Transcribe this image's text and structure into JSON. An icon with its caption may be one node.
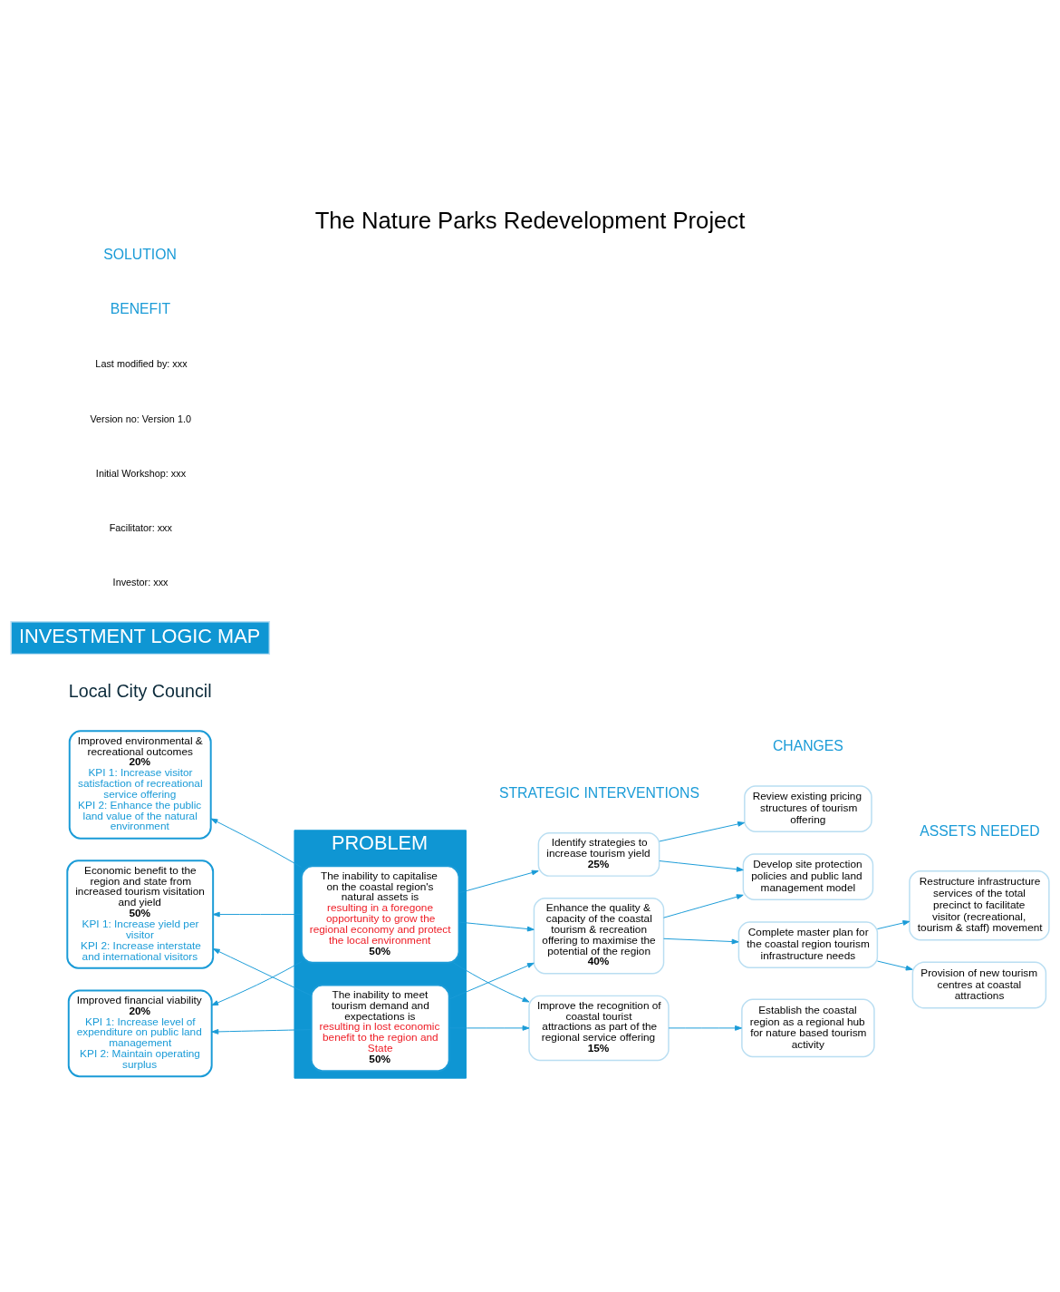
{
  "diagram": {
    "title": "The Nature Parks Redevelopment Project",
    "nodes": [
      {
        "text": [
          "PROBLEM"
        ]
      },
      {
        "text": [
          "The inability to capitalise on the coastal region's natural assets is",
          "resulting in a foregone opportunity to grow the regional economy and protect the local environment",
          "50%"
        ],
        "in": 0
      },
      {
        "text": [
          "The inability to meet tourism demand and expectations is",
          "resulting in lost economic benefit to the region and State",
          "50%"
        ],
        "in": 0
      },
      {
        "text": [
          "Improved environmental & recreational outcomes",
          "20%",
          "KPI 1: Increase visitor satisfaction of recreational service offering",
          "KPI 2: Enhance the public land value of the natural environment"
        ]
      },
      {
        "text": [
          "Economic benefit to the region and state from increased tourism visitation and yield",
          "50%",
          "KPI 1: Increase yield per visitor",
          "KPI 2: Increase interstate and international visitors"
        ]
      },
      {
        "text": [
          "Improved financial viability",
          "20%",
          "KPI 1: Increase level of expenditure on public land management",
          "KPI 2: Maintain operating surplus"
        ]
      },
      {
        "text": [
          "Enhance the quality & capacity of the coastal tourism & recreation offering to maximise the potential of the region",
          "40%"
        ]
      },
      {
        "text": [
          "Identify strategies to increase tourism yield",
          "25%"
        ]
      },
      {
        "text": [
          "Improve the recognition of coastal tourist attractions as part of the regional service offering",
          "15%"
        ]
      },
      {
        "text": [
          "Develop site protection policies and public land management model"
        ]
      },
      {
        "text": [
          "Complete master plan for the coastal region tourism infrastructure needs"
        ]
      },
      {
        "text": [
          "Review existing pricing structures of tourism offering"
        ]
      },
      {
        "text": [
          "Establish the coastal region as a regional hub for nature based tourism activity"
        ]
      },
      {
        "text": [
          "Provision of new tourism centres at coastal attractions"
        ]
      },
      {
        "text": [
          "Restructure infrastructure services of the total precinct to facilitate visitor (recreational, tourism & staff) movement"
        ]
      }
    ],
    "edges": [
      {
        "from": 1,
        "to": 3,
        "arrow": "to"
      },
      {
        "from": 1,
        "to": 4,
        "arrow": "to"
      },
      {
        "from": 1,
        "to": 5,
        "arrow": "to"
      },
      {
        "from": 2,
        "to": 4,
        "arrow": "to"
      },
      {
        "from": 2,
        "to": 5,
        "arrow": "to"
      },
      {
        "from": 1,
        "to": 6,
        "arrow": "to"
      },
      {
        "from": 1,
        "to": 7,
        "arrow": "to"
      },
      {
        "from": 1,
        "to": 8,
        "arrow": "to"
      },
      {
        "from": 2,
        "to": 6,
        "arrow": "to"
      },
      {
        "from": 2,
        "to": 8,
        "arrow": "to"
      },
      {
        "from": 6,
        "to": 9,
        "arrow": "to"
      },
      {
        "from": 6,
        "to": 10,
        "arrow": "to"
      },
      {
        "from": 7,
        "to": 9,
        "arrow": "to"
      },
      {
        "from": 7,
        "to": 11,
        "arrow": "to"
      },
      {
        "from": 8,
        "to": 12,
        "arrow": "to"
      },
      {
        "from": 10,
        "to": 13,
        "arrow": "to"
      },
      {
        "from": 10,
        "to": 14,
        "arrow": "to"
      }
    ],
    "labels": [
      "Local City Council",
      "INVESTMENT LOGIC MAP",
      "Investor: xxx",
      "Facilitator: xxx",
      "Initial Workshop: xxx",
      "Version no: Version 1.0",
      "Last modified by: xxx",
      "BENEFIT",
      "SOLUTION",
      "STRATEGIC INTERVENTIONS",
      "CHANGES",
      "ASSETS NEEDED"
    ]
  }
}
